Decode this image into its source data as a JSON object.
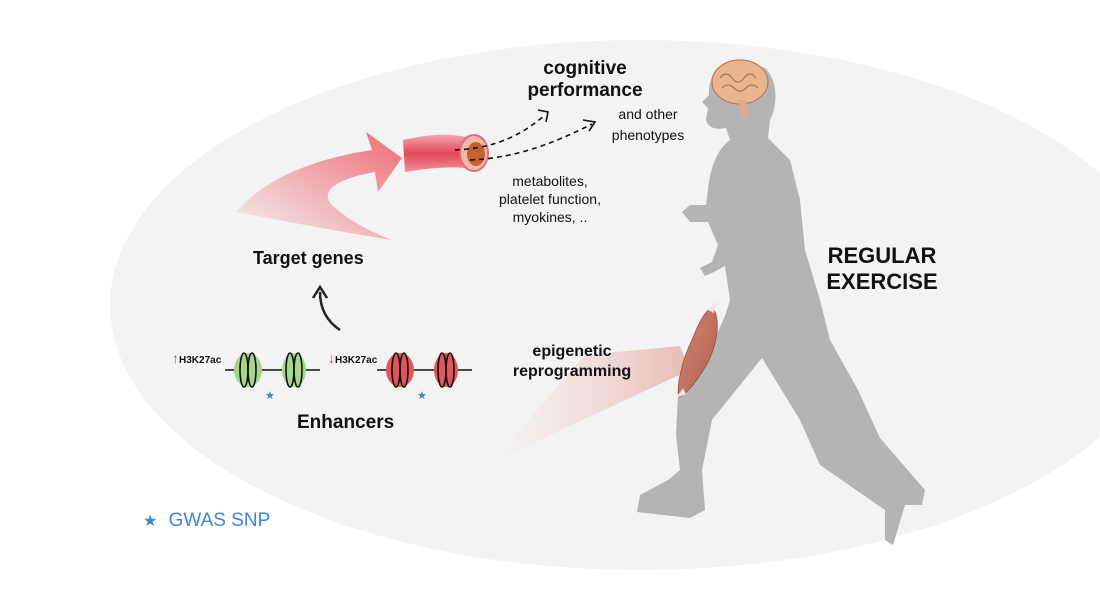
{
  "figure": {
    "title_regular_exercise": [
      "REGULAR",
      "EXERCISE"
    ],
    "cognitive_performance": [
      "cognitive",
      "performance"
    ],
    "other_phenotypes": [
      "and other",
      "phenotypes"
    ],
    "mediators": [
      "metabolites,",
      "platelet function,",
      "myokines, .."
    ],
    "target_genes": "Target genes",
    "epigenetic_reprogramming": [
      "epigenetic",
      "reprogramming"
    ],
    "enhancers": "Enhancers",
    "mark_up": {
      "arrow": "↑",
      "label": "H3K27ac",
      "color": "#3a9a5b"
    },
    "mark_down": {
      "arrow": "↓",
      "label": "H3K27ac",
      "color": "#d0403f"
    },
    "legend": {
      "symbol": "★",
      "label": "GWAS SNP",
      "color": "#3f86c9"
    },
    "colors": {
      "ellipse": "#f3f3f3",
      "silhouette": "#b3b3b3",
      "nucleosome_green": "#a8d68f",
      "nucleosome_red": "#e0565a",
      "arrow_red": "#ef6b74",
      "snp_star": "#3f86c9"
    }
  }
}
